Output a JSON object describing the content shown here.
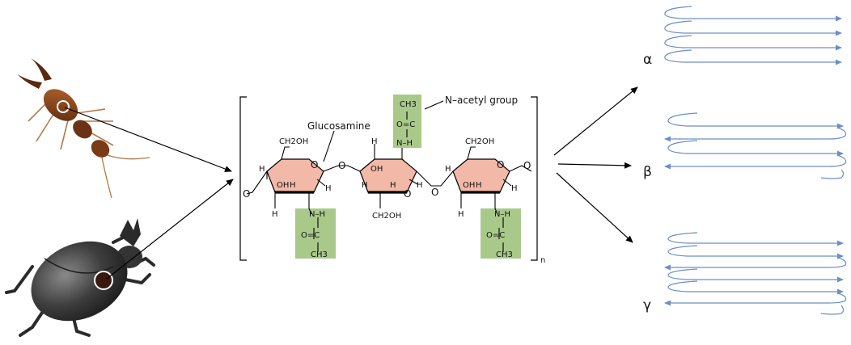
{
  "labels": {
    "glucosamine": "Glucosamine",
    "n_acetyl_group": "N–acetyl group",
    "repeat_n": "n",
    "alpha": "α",
    "beta": "β",
    "gamma": "γ"
  },
  "atoms": {
    "ch2oh": "CH2OH",
    "oh": "OH",
    "h": "H",
    "o": "O",
    "n": "N",
    "c": "C",
    "ch3": "CH3",
    "nh": "N–H",
    "co": "O=C"
  },
  "colors": {
    "ring_fill": "#f2b9a8",
    "acetyl_box": "#a9c98a",
    "strand": "#6c8fc4",
    "arrow": "#000000",
    "earwig_body": "#7a3a17",
    "beetle_body": "#3a3a3a"
  },
  "icons": {
    "earwig": "earwig-insect-icon",
    "beetle": "beetle-insect-icon"
  },
  "chain_packing": [
    {
      "form": "alpha",
      "arrangement": "parallel"
    },
    {
      "form": "beta",
      "arrangement": "antiparallel"
    },
    {
      "form": "gamma",
      "arrangement": "mixed"
    }
  ]
}
